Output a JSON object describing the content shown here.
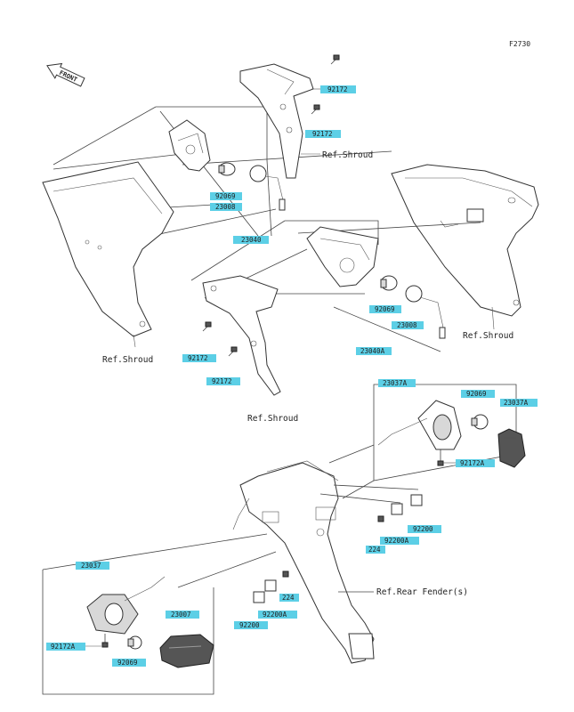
{
  "figure_code": "F2730",
  "front_label": "FRONT",
  "refs": {
    "shroud_top": "Ref.Shroud",
    "shroud_right": "Ref.Shroud",
    "shroud_left": "Ref.Shroud",
    "shroud_center": "Ref.Shroud",
    "rear_fender": "Ref.Rear Fender(s)"
  },
  "labels": {
    "p92172_a": "92172",
    "p92172_b": "92172",
    "p92069_a": "92069",
    "p23008_a": "23008",
    "p23040": "23040",
    "p92069_b": "92069",
    "p23008_b": "23008",
    "p23040A": "23040A",
    "p92172_c": "92172",
    "p92172_d": "92172",
    "p23037A_top": "23037A",
    "p92069_c": "92069",
    "p23037A_side": "23037A",
    "p92172A_a": "92172A",
    "p92200_a": "92200",
    "p92200A_a": "92200A",
    "p224_a": "224",
    "p23037": "23037",
    "p23007": "23007",
    "p224_b": "224",
    "p92200A_b": "92200A",
    "p92200_b": "92200",
    "p92172A_b": "92172A",
    "p92069_d": "92069"
  }
}
